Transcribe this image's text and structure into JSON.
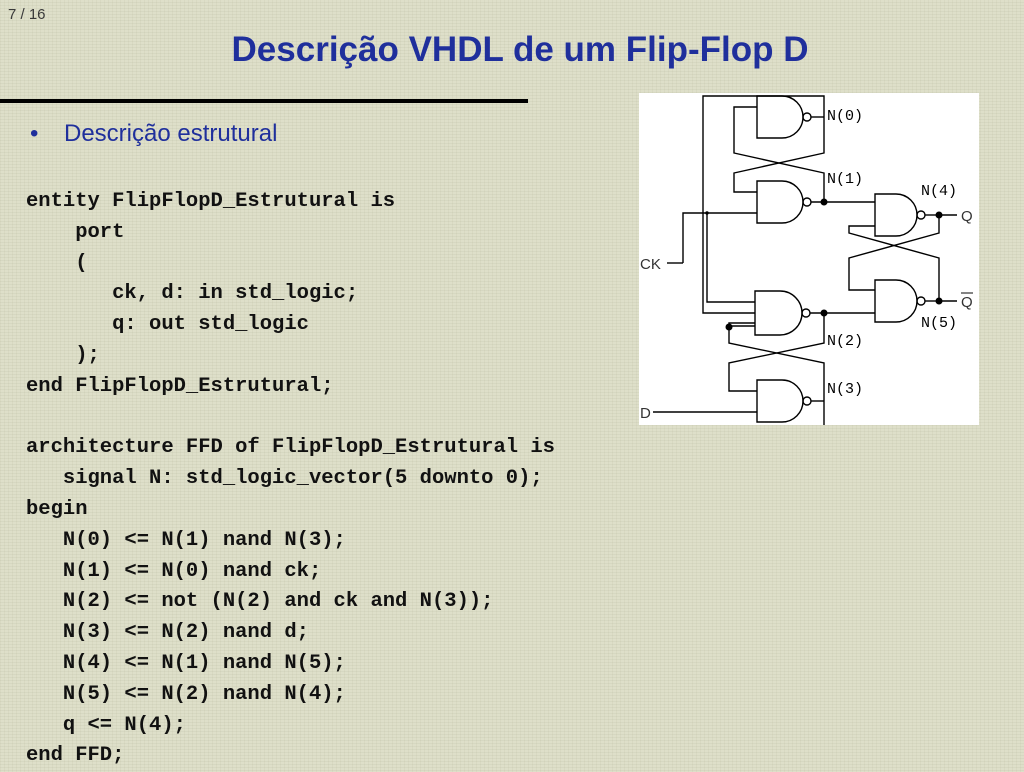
{
  "slide": {
    "number": "7 / 16"
  },
  "title": "Descrição VHDL de um Flip-Flop D",
  "bullet": {
    "marker": "•",
    "text": "Descrição estrutural"
  },
  "code_lines": [
    "entity FlipFlopD_Estrutural is",
    "    port",
    "    (",
    "       ck, d: in std_logic;",
    "       q: out std_logic",
    "    );",
    "end FlipFlopD_Estrutural;",
    "",
    "architecture FFD of FlipFlopD_Estrutural is",
    "   signal N: std_logic_vector(5 downto 0);",
    "begin",
    "   N(0) <= N(1) nand N(3);",
    "   N(1) <= N(0) nand ck;",
    "   N(2) <= not (N(2) and ck and N(3));",
    "   N(3) <= N(2) nand d;",
    "   N(4) <= N(1) nand N(5);",
    "   N(5) <= N(2) nand N(4);",
    "   q <= N(4);",
    "end FFD;"
  ],
  "schematic": {
    "labels": {
      "n0": "N(0)",
      "n1": "N(1)",
      "n2": "N(2)",
      "n3": "N(3)",
      "n4": "N(4)",
      "n5": "N(5)",
      "ck": "CK",
      "d": "D",
      "q": "Q",
      "qbar": "Q"
    }
  }
}
